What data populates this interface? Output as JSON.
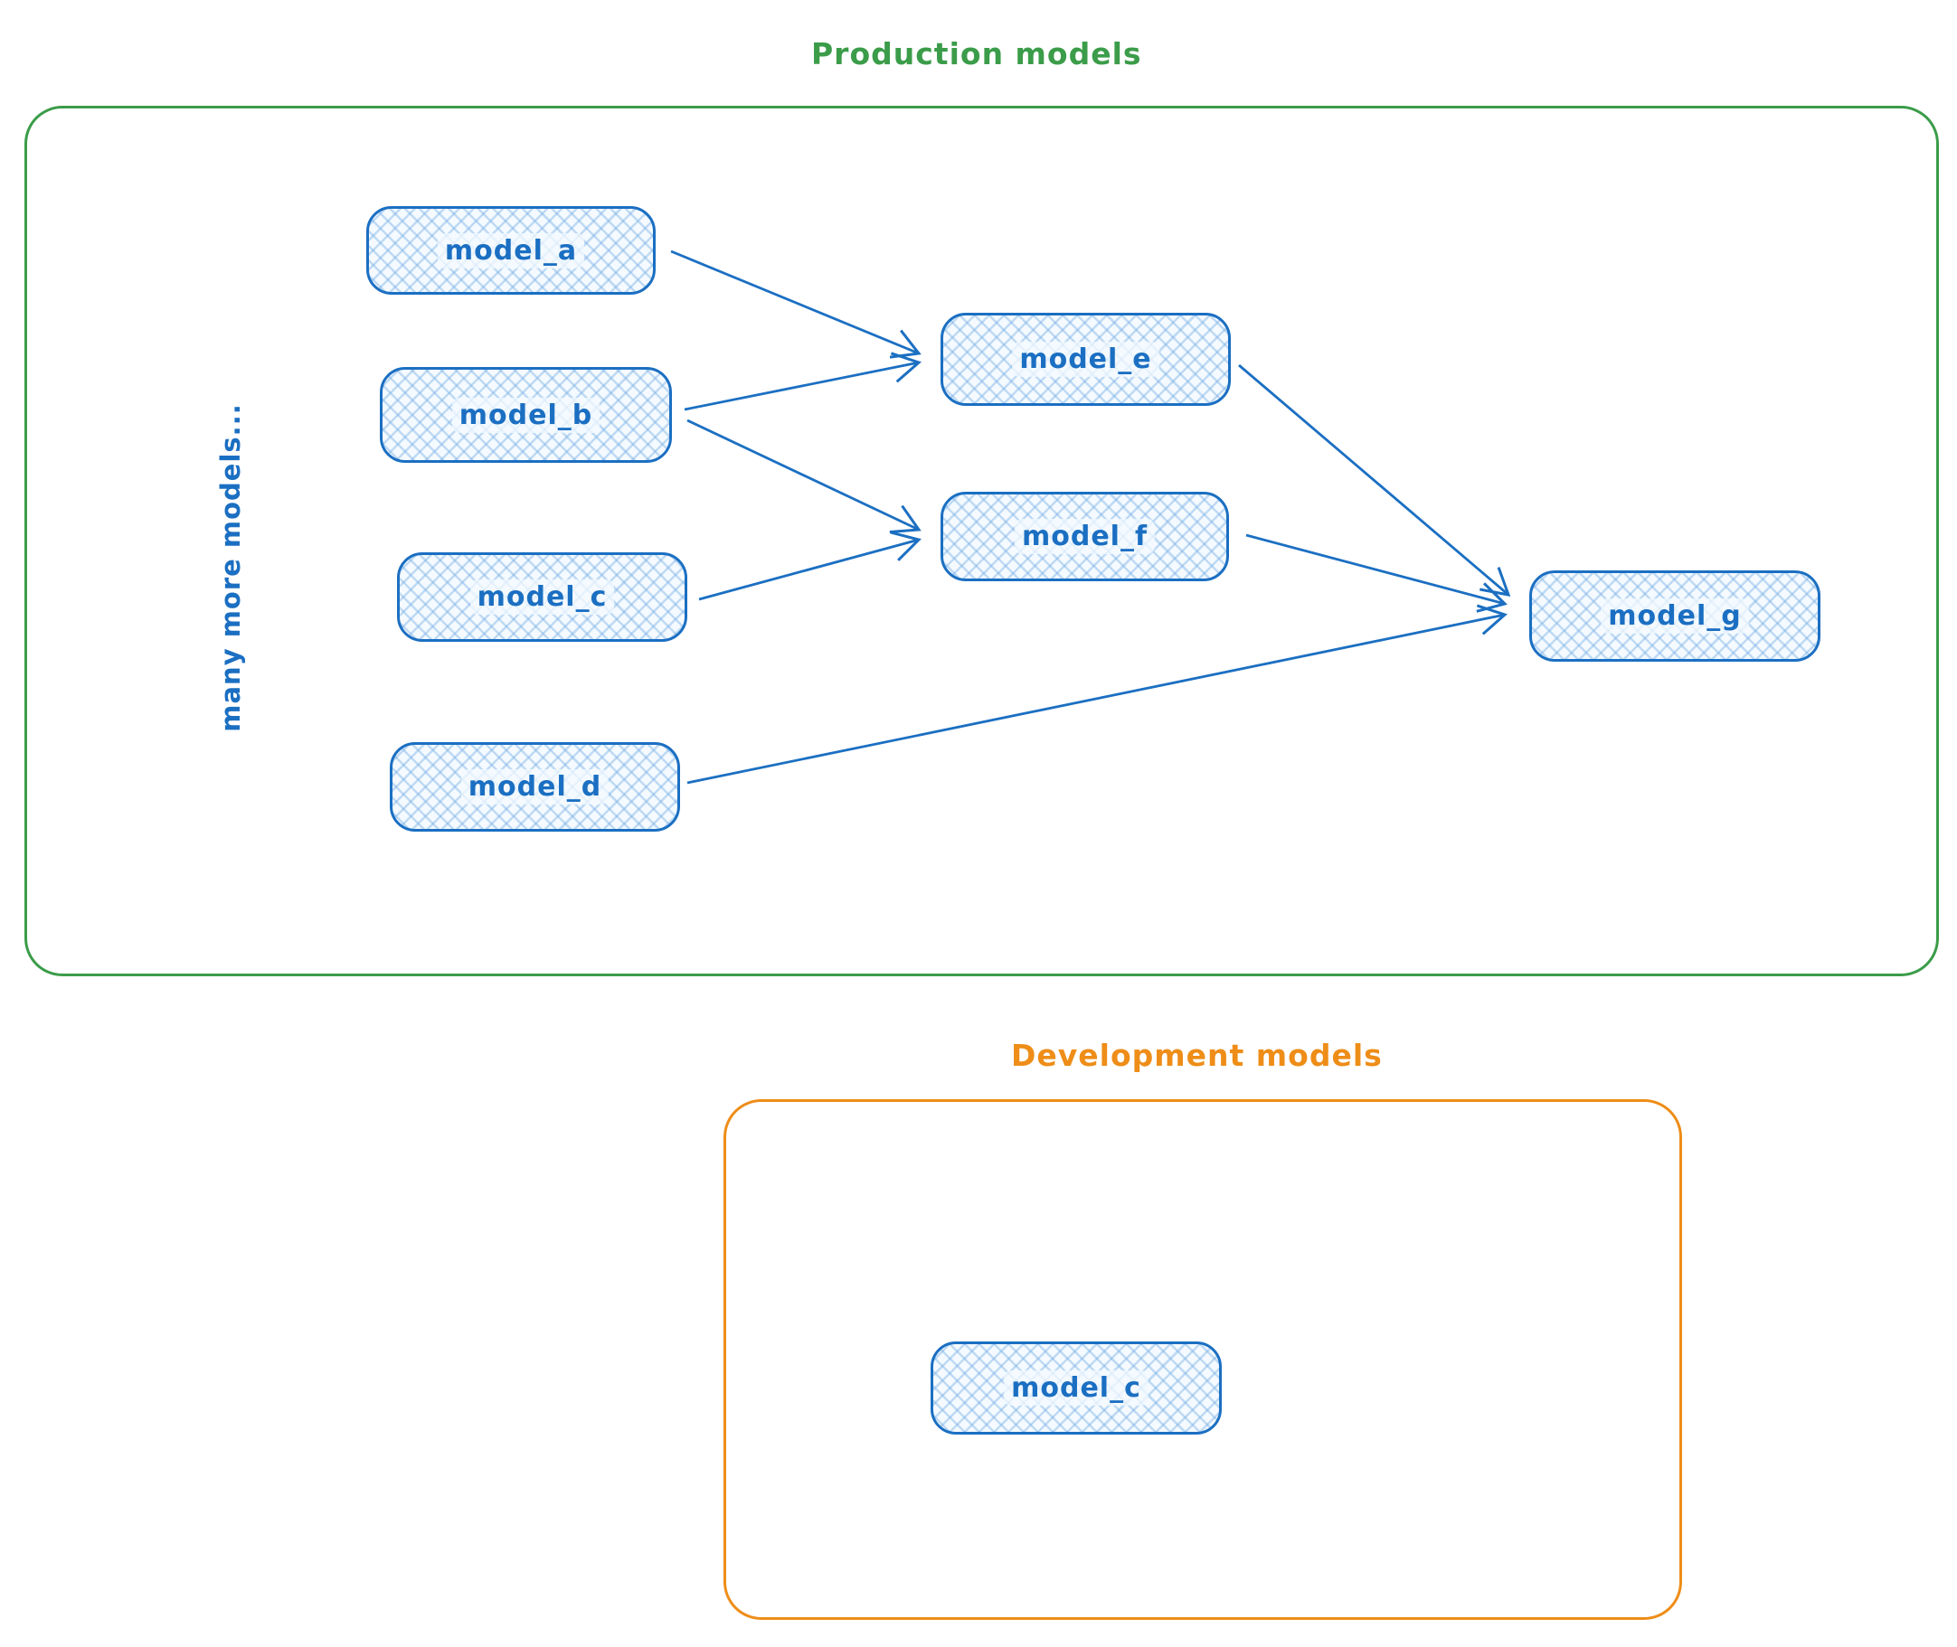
{
  "production": {
    "title": "Production models",
    "frame_color": "#3b9c49"
  },
  "development": {
    "title": "Development models",
    "frame_color": "#ee8d18"
  },
  "side_note": "many more models...",
  "node_style": {
    "stroke_color": "#1b6fc2",
    "fill_color": "#f4faff",
    "fill_pattern": "cross-hatch"
  },
  "nodes": {
    "model_a": {
      "label": "model_a",
      "group": "production"
    },
    "model_b": {
      "label": "model_b",
      "group": "production"
    },
    "model_c": {
      "label": "model_c",
      "group": "production"
    },
    "model_d": {
      "label": "model_d",
      "group": "production"
    },
    "model_e": {
      "label": "model_e",
      "group": "production"
    },
    "model_f": {
      "label": "model_f",
      "group": "production"
    },
    "model_g": {
      "label": "model_g",
      "group": "production"
    },
    "dev_model_c": {
      "label": "model_c",
      "group": "development"
    }
  },
  "edges": [
    {
      "from": "model_a",
      "to": "model_e"
    },
    {
      "from": "model_b",
      "to": "model_e"
    },
    {
      "from": "model_b",
      "to": "model_f"
    },
    {
      "from": "model_c",
      "to": "model_f"
    },
    {
      "from": "model_e",
      "to": "model_g"
    },
    {
      "from": "model_f",
      "to": "model_g"
    },
    {
      "from": "model_d",
      "to": "model_g"
    }
  ]
}
